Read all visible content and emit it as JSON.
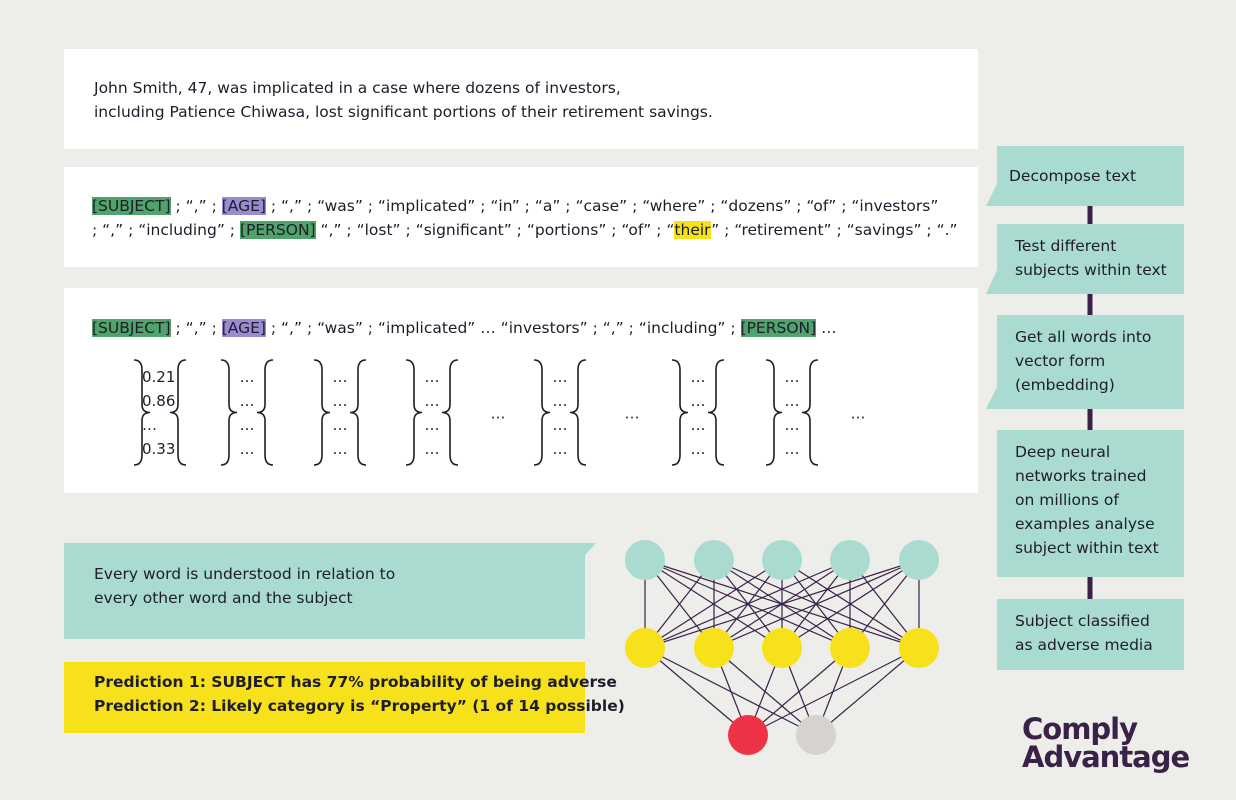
{
  "sentence": {
    "line1": "John Smith, 47, was implicated in a case where dozens of investors,",
    "line2": "including Patience Chiwasa, lost significant portions of their retirement savings."
  },
  "tokens": {
    "subject": "[SUBJECT]",
    "age": "[AGE]",
    "person": "[PERSON]",
    "their": "their",
    "line1_a": " ; “,” ; ",
    "line1_b": " ; “,” ; “was” ; “implicated” ; “in” ; “a” ; “case” ; “where” ; “dozens” ; “of” ; “investors”",
    "line2_a": "; “,” ; “including” ; ",
    "line2_b": " “,” ; “lost” ; “significant” ; “portions” ; “of” ; “",
    "line2_c": "” ; “retirement” ; “savings” ; “.”"
  },
  "embedding": {
    "row_a": " ; “,” ; ",
    "row_b": " ; “,” ; “was” ; “implicated” … “investors” ; “,” ; “including” ; ",
    "row_c": " …",
    "first_vector": [
      "0.21",
      "0.86",
      "…",
      "0.33"
    ],
    "other_vector": [
      "…",
      "…",
      "…",
      "…"
    ],
    "gap": "…"
  },
  "relation_text": "Every word is understood in relation to\nevery other word and the subject",
  "predictions": {
    "line1": "Prediction 1: SUBJECT has 77% probability of being adverse",
    "line2": "Prediction 2: Likely category is “Property” (1 of 14 possible)"
  },
  "steps": [
    "Decompose text",
    "Test different\nsubjects within text",
    "Get all words into\nvector form\n(embedding)",
    "Deep neural\nnetworks trained\non millions of\nexamples analyse\nsubject within text",
    "Subject classified\nas adverse media"
  ],
  "logo": {
    "line1": "Comply",
    "line2": "Advantage"
  },
  "colors": {
    "teal": "#a9dbd1",
    "yellow": "#f7e11a",
    "green": "#4fa36b",
    "purple": "#9a8bd1",
    "red": "#ee3347",
    "grey": "#d6d3cf",
    "connector": "#3a2148"
  }
}
